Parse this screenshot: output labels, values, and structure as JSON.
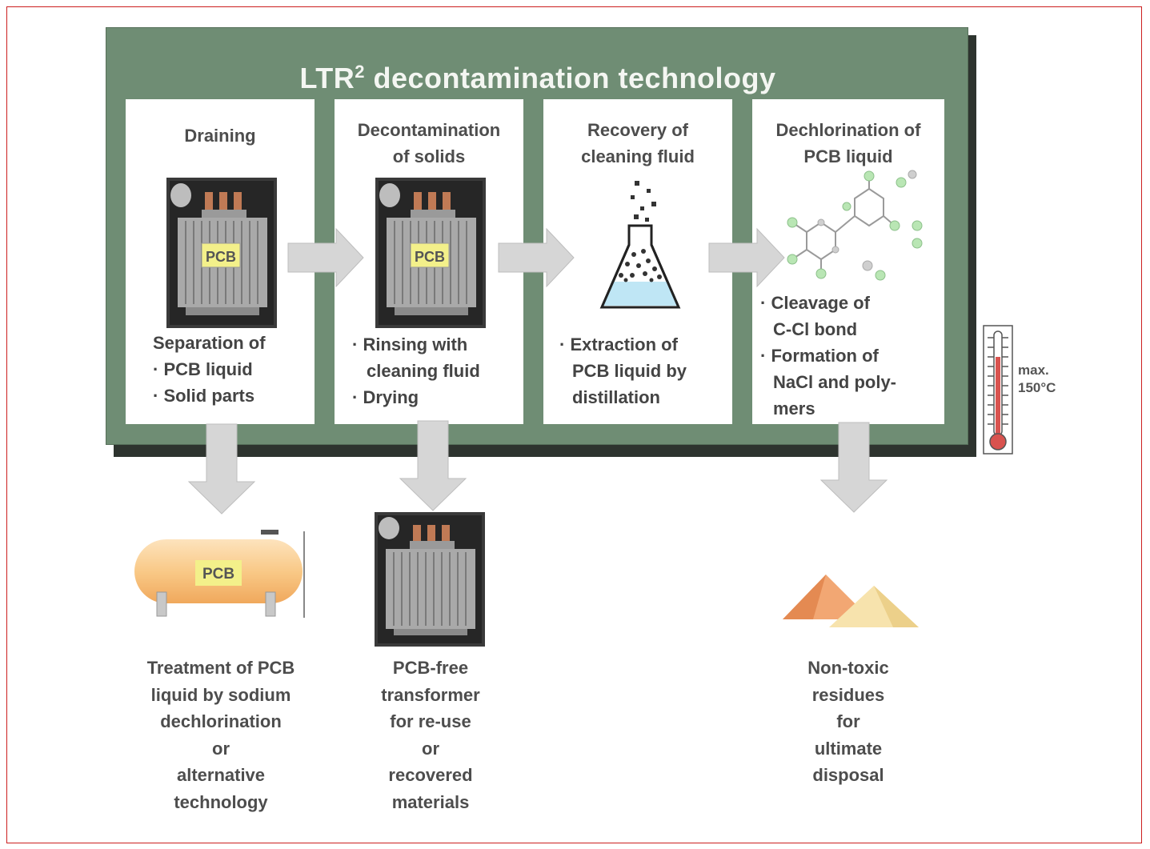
{
  "title": {
    "main": "LTR",
    "superscript": "2",
    "rest": " decontamination technology"
  },
  "steps": [
    {
      "title_lines": [
        "Draining"
      ],
      "body_lines": [
        "Separation of",
        "· PCB liquid",
        "· Solid parts"
      ],
      "image_label": "PCB"
    },
    {
      "title_lines": [
        "Decontamination",
        "of solids"
      ],
      "body_lines": [
        "· Rinsing with",
        "cleaning fluid",
        "· Drying"
      ],
      "image_label": "PCB"
    },
    {
      "title_lines": [
        "Recovery of",
        "cleaning fluid"
      ],
      "body_lines": [
        "· Extraction of",
        "PCB liquid by",
        "distillation"
      ]
    },
    {
      "title_lines": [
        "Dechlorination of",
        "PCB liquid"
      ],
      "body_lines": [
        "· Cleavage of",
        "C-Cl bond",
        "· Formation of",
        "NaCl and poly-",
        "mers"
      ]
    }
  ],
  "thermometer": {
    "label_lines": [
      "max.",
      "150°C"
    ]
  },
  "outputs": [
    {
      "image_label": "PCB",
      "text_lines": [
        "Treatment of PCB",
        "liquid by sodium",
        "dechlorination",
        "or",
        "alternative",
        "technology"
      ]
    },
    {
      "text_lines": [
        "PCB-free",
        "transformer",
        "for re-use",
        "or",
        "recovered",
        "materials"
      ]
    },
    {
      "text_lines": [
        "Non-toxic",
        "residues",
        "for",
        "ultimate",
        "disposal"
      ]
    }
  ],
  "colors": {
    "banner": "#6f8d74",
    "shadow": "#2e342f",
    "arrow": "#d6d6d6",
    "text": "#4d4d4d",
    "frame": "#cc1f1f",
    "flask_liquid": "#bfe6f5",
    "tank": "#f9c987",
    "molecule": "#b9e6b4"
  },
  "icons": [
    "transformer-icon",
    "flask-icon",
    "molecule-icon",
    "thermometer-icon",
    "tank-icon",
    "residue-piles-icon"
  ]
}
